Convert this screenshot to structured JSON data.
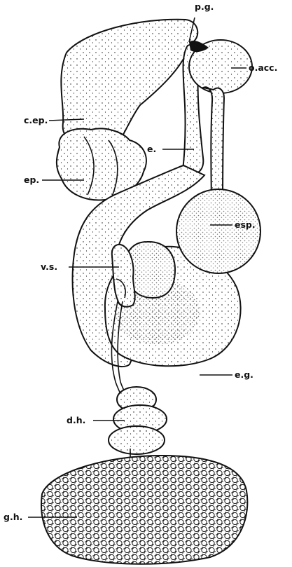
{
  "figure": {
    "labels": {
      "pg": "p.g.",
      "oacc": "o.acc.",
      "cep": "c.ep.",
      "e": "e.",
      "ep": "ep.",
      "esp": "esp.",
      "vs": "v.s.",
      "eg": "e.g.",
      "dh": "d.h.",
      "gh": "g.h."
    }
  }
}
